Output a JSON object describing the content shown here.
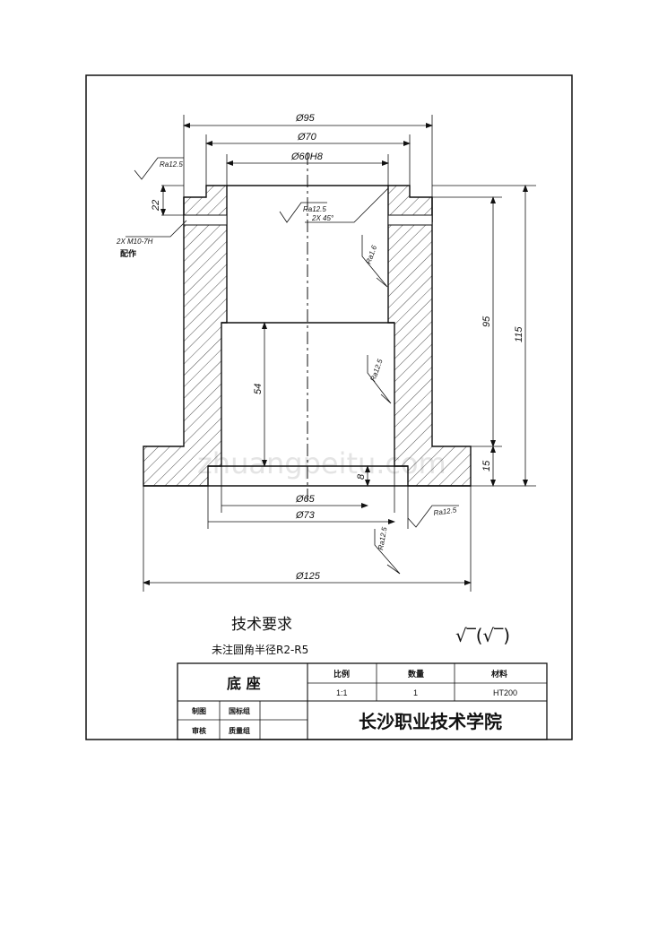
{
  "drawing": {
    "dimensions": {
      "d95": "Ø95",
      "d70": "Ø70",
      "d60h8": "Ø60H8",
      "d65": "Ø65",
      "d73": "Ø73",
      "d125": "Ø125",
      "h22": "22",
      "h54": "54",
      "h95": "95",
      "h115": "115",
      "h15": "15",
      "h8": "8",
      "chamfer": "2X 45°",
      "pin_note": "2X M10-7H",
      "pin_note2": "配作"
    },
    "roughness": {
      "ra_top_left": "Ra12.5",
      "ra_chamfer": "Ra12.5",
      "ra_bore": "Ra1.6",
      "ra_inner": "Ra12.5",
      "ra_base_right": "Ra12.5",
      "ra_bottom": "Ra12.5"
    },
    "watermark": "zhuangpeitu.com"
  },
  "notes": {
    "heading": "技术要求",
    "line1": "未注圆角半径R2-R5",
    "general_roughness": "√‾(√‾)"
  },
  "title_block": {
    "part_name": "底 座",
    "scale_label": "比例",
    "quantity_label": "数量",
    "material_label": "材料",
    "scale": "1:1",
    "quantity": "1",
    "material": "HT200",
    "drawn_label": "制图",
    "checked_label": "审核",
    "drawn_value": "国标组",
    "checked_value": "质量组",
    "school": "长沙职业技术学院"
  }
}
